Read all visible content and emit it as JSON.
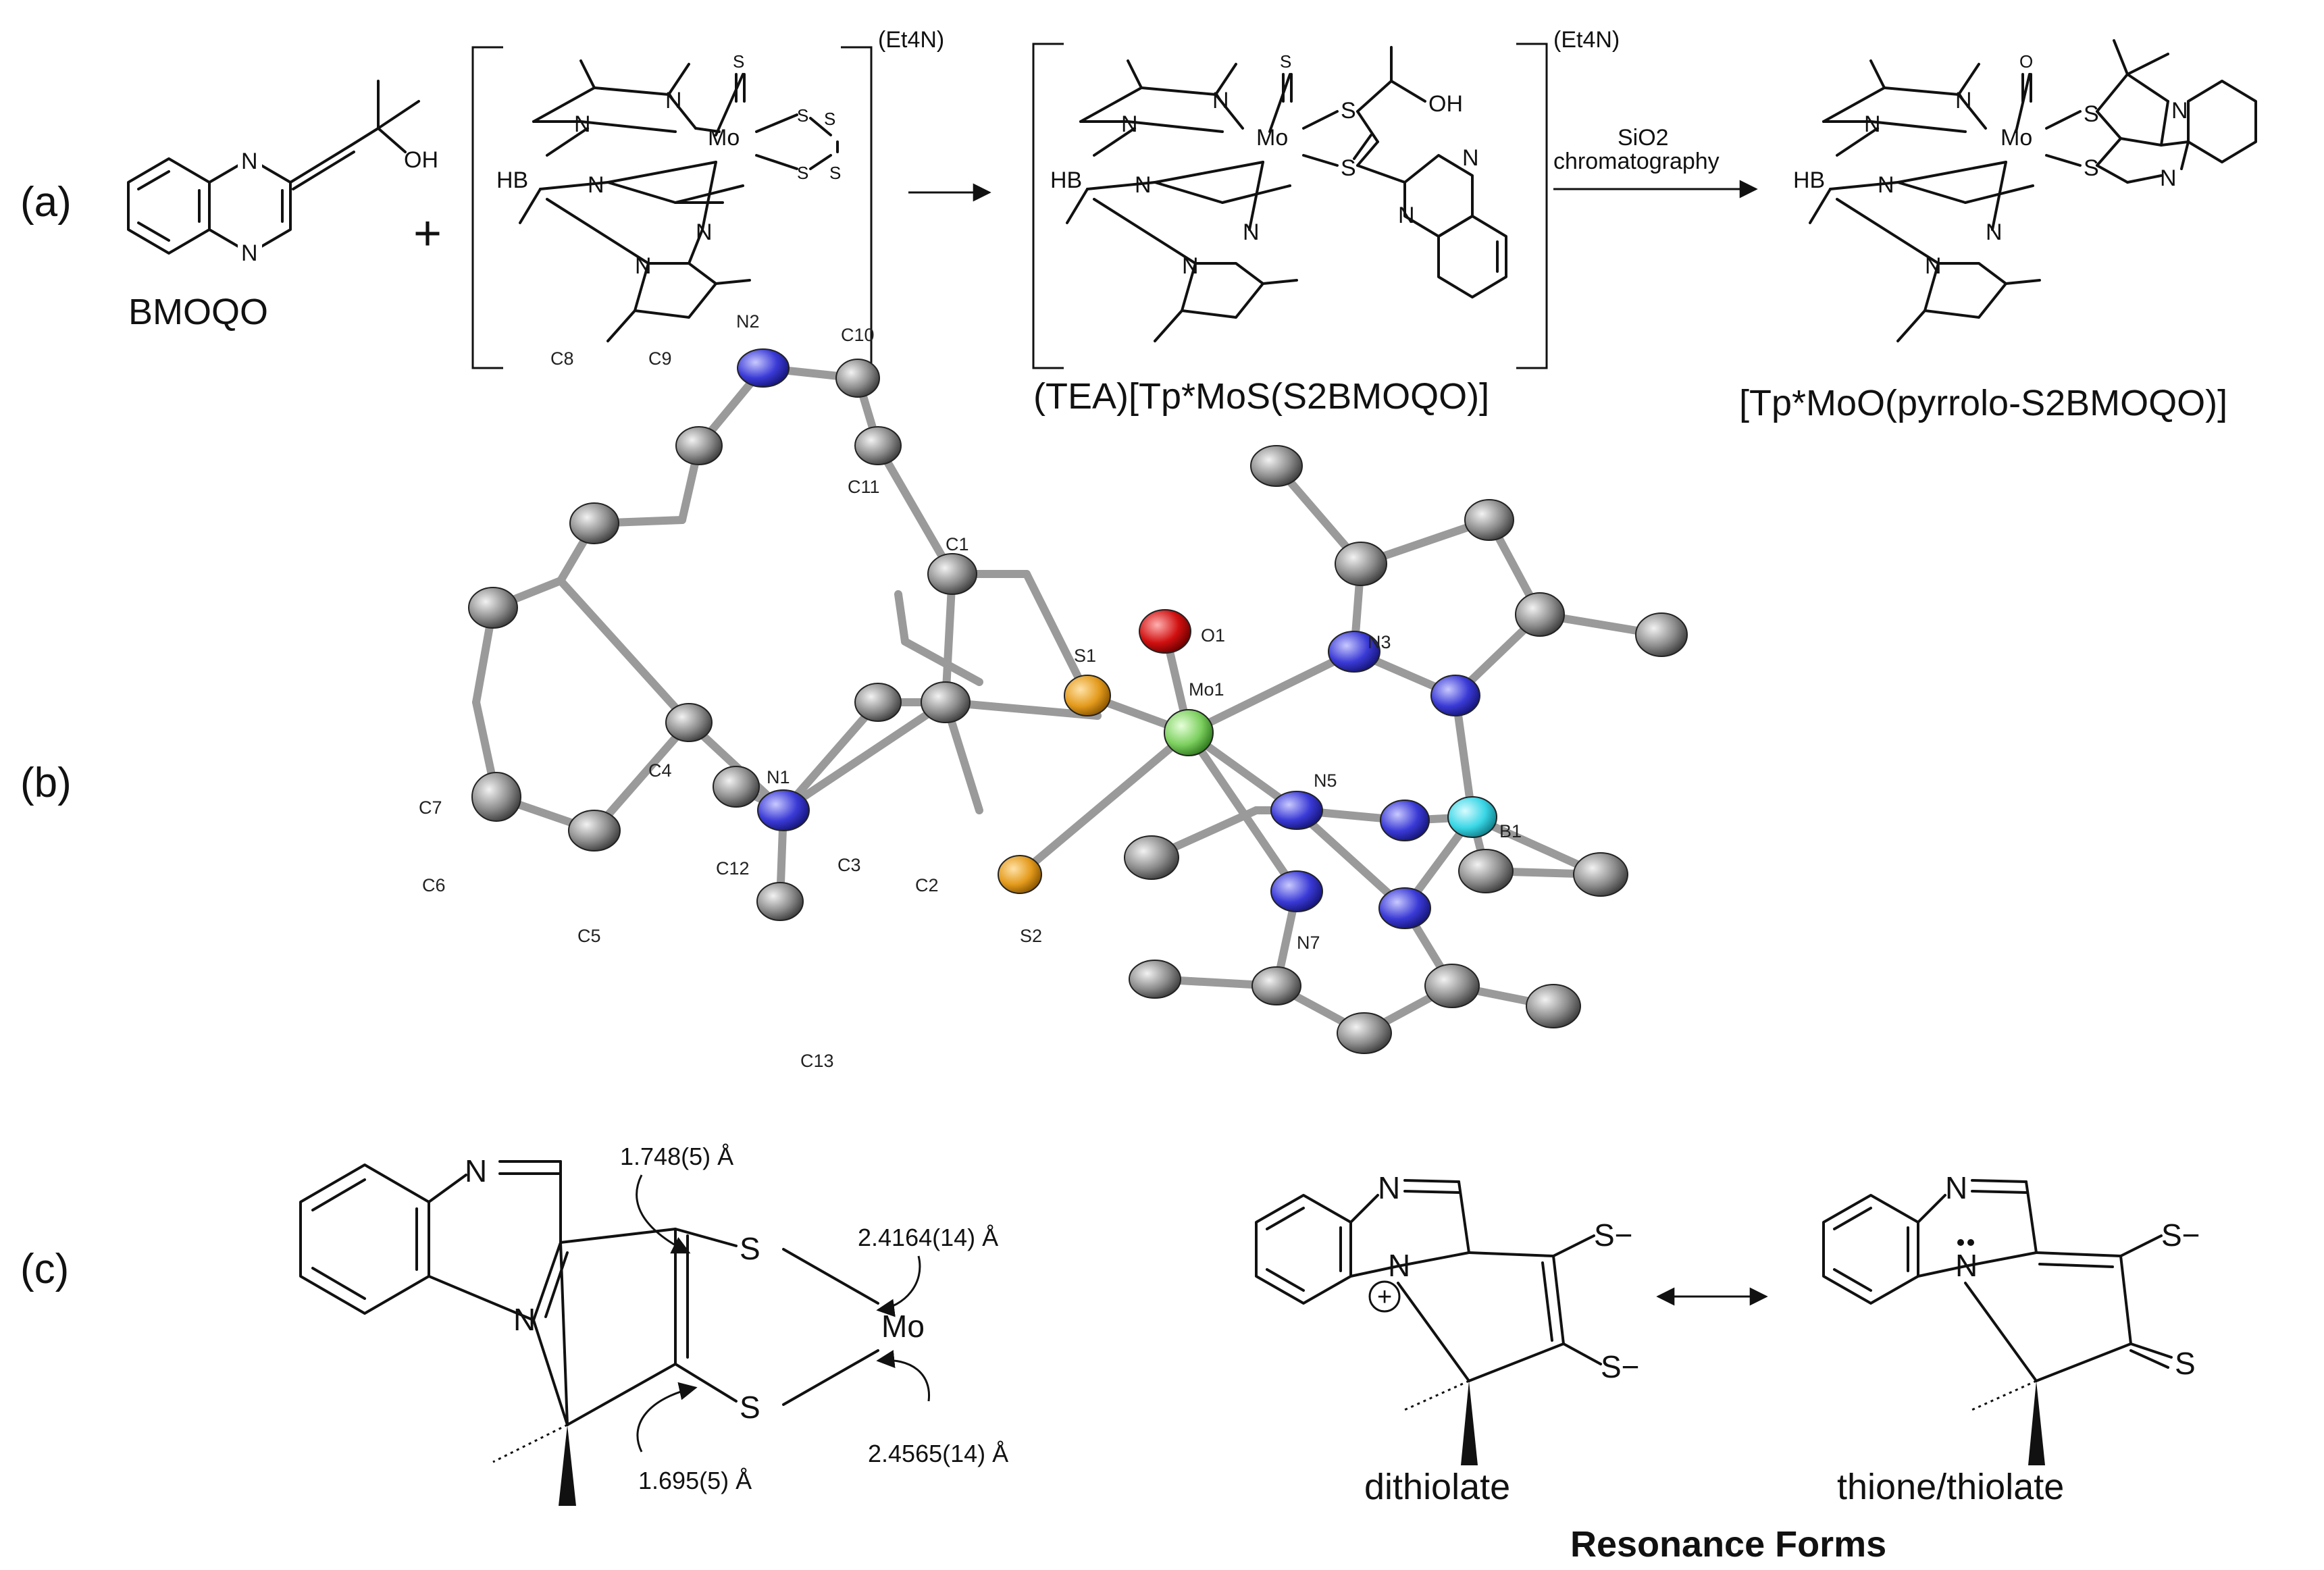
{
  "panels": {
    "a": "(a)",
    "b": "(b)",
    "c": "(c)"
  },
  "scheme_a": {
    "compound_bmoqo": "BMOQO",
    "plus": "+",
    "counterion": "(Et4N)",
    "intermediate": "(TEA)[Tp*MoS(S2BMOQO)]",
    "product": "[Tp*MoO(pyrrolo-S2BMOQO)]",
    "arrow_reagent_line1": "SiO2",
    "arrow_reagent_line2": "chromatography",
    "atom_labels": {
      "Mo": "Mo",
      "S": "S",
      "O": "O",
      "N": "N",
      "HB": "HB",
      "OH": "OH"
    }
  },
  "ortep_b": {
    "atom_labels": [
      "N2",
      "C10",
      "C8",
      "C9",
      "S1",
      "O1",
      "Mo1",
      "N3",
      "C1",
      "C11",
      "N1",
      "N5",
      "B1",
      "C7",
      "C4",
      "C6",
      "C2",
      "C3",
      "C12",
      "S2",
      "N7",
      "C5",
      "C13"
    ],
    "colors": {
      "C": "#8c8c8c",
      "N": "#3a3ad6",
      "S": "#e39a1c",
      "O": "#d01010",
      "Mo": "#7ccf5f",
      "B": "#39d6e6"
    }
  },
  "panel_c": {
    "bond_lengths": [
      "1.748(5) Å",
      "2.4164(14) Å",
      "2.4565(14) Å",
      "1.695(5) Å"
    ],
    "atoms": {
      "N": "N",
      "S": "S",
      "Mo": "Mo",
      "S_minus": "S−",
      "plus": "+"
    },
    "resonance_left": "dithiolate",
    "resonance_right": "thione/thiolate",
    "resonance_title": "Resonance Forms"
  }
}
